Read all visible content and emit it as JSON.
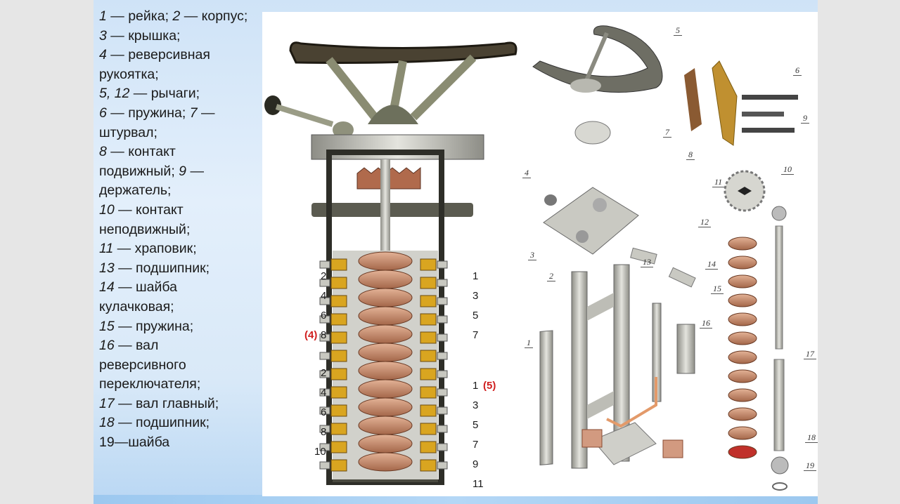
{
  "legend": {
    "lines": [
      [
        {
          "n": "1",
          "t": " — рейка; "
        },
        {
          "n": "2",
          "t": " — корпус;"
        }
      ],
      [
        {
          "n": "3",
          "t": " — крышка;"
        }
      ],
      [
        {
          "n": " 4",
          "t": " — реверсивная"
        }
      ],
      [
        {
          "n": "",
          "t": "рукоятка;"
        }
      ],
      [
        {
          "n": "5, 12",
          "t": " — рычаги;"
        }
      ],
      [
        {
          "n": " 6",
          "t": " — пружина; "
        },
        {
          "n": "7",
          "t": " —"
        }
      ],
      [
        {
          "n": "",
          "t": "штурвал;"
        }
      ],
      [
        {
          "n": "8",
          "t": " — контакт"
        }
      ],
      [
        {
          "n": "",
          "t": " подвижный; "
        },
        {
          "n": "9",
          "t": " —"
        }
      ],
      [
        {
          "n": "",
          "t": "держатель;"
        }
      ],
      [
        {
          "n": "10",
          "t": " — контакт"
        }
      ],
      [
        {
          "n": "",
          "t": "неподвижный;"
        }
      ],
      [
        {
          "n": "11",
          "t": " — храповик;"
        }
      ],
      [
        {
          "n": "13",
          "t": " — подшипник;"
        }
      ],
      [
        {
          "n": "14",
          "t": " — шайба"
        }
      ],
      [
        {
          "n": "",
          "t": "кулачковая;"
        }
      ],
      [
        {
          "n": "15",
          "t": " — пружина;"
        }
      ],
      [
        {
          "n": "16",
          "t": " — вал"
        }
      ],
      [
        {
          "n": "",
          "t": "реверсивного"
        }
      ],
      [
        {
          "n": "",
          "t": "переключателя;"
        }
      ],
      [
        {
          "n": "17",
          "t": " — вал главный;"
        }
      ],
      [
        {
          "n": "18",
          "t": " — подшипник;"
        }
      ],
      [
        {
          "n": "",
          "t": "19—шайба"
        }
      ]
    ]
  },
  "assembly_callouts": {
    "left_upper": [
      "2",
      "4",
      "6",
      "8"
    ],
    "left_upper_marker": "(4)",
    "right_upper": [
      "1",
      "3",
      "5",
      "7"
    ],
    "left_lower": [
      "2",
      "4",
      "6",
      "8",
      "10"
    ],
    "right_lower": [
      "1",
      "3",
      "5",
      "7",
      "9",
      "11"
    ],
    "right_lower_marker": "(5)"
  },
  "exploded_part_numbers": [
    "1",
    "2",
    "3",
    "4",
    "5",
    "6",
    "7",
    "8",
    "9",
    "10",
    "11",
    "12",
    "13",
    "14",
    "15",
    "16",
    "17",
    "18",
    "19"
  ],
  "colors": {
    "marker_red": "#d01f1f",
    "copper": "#c98a6a",
    "brass": "#d9a520",
    "steel": "#b8b8b0",
    "wheel": "#4a4232"
  }
}
